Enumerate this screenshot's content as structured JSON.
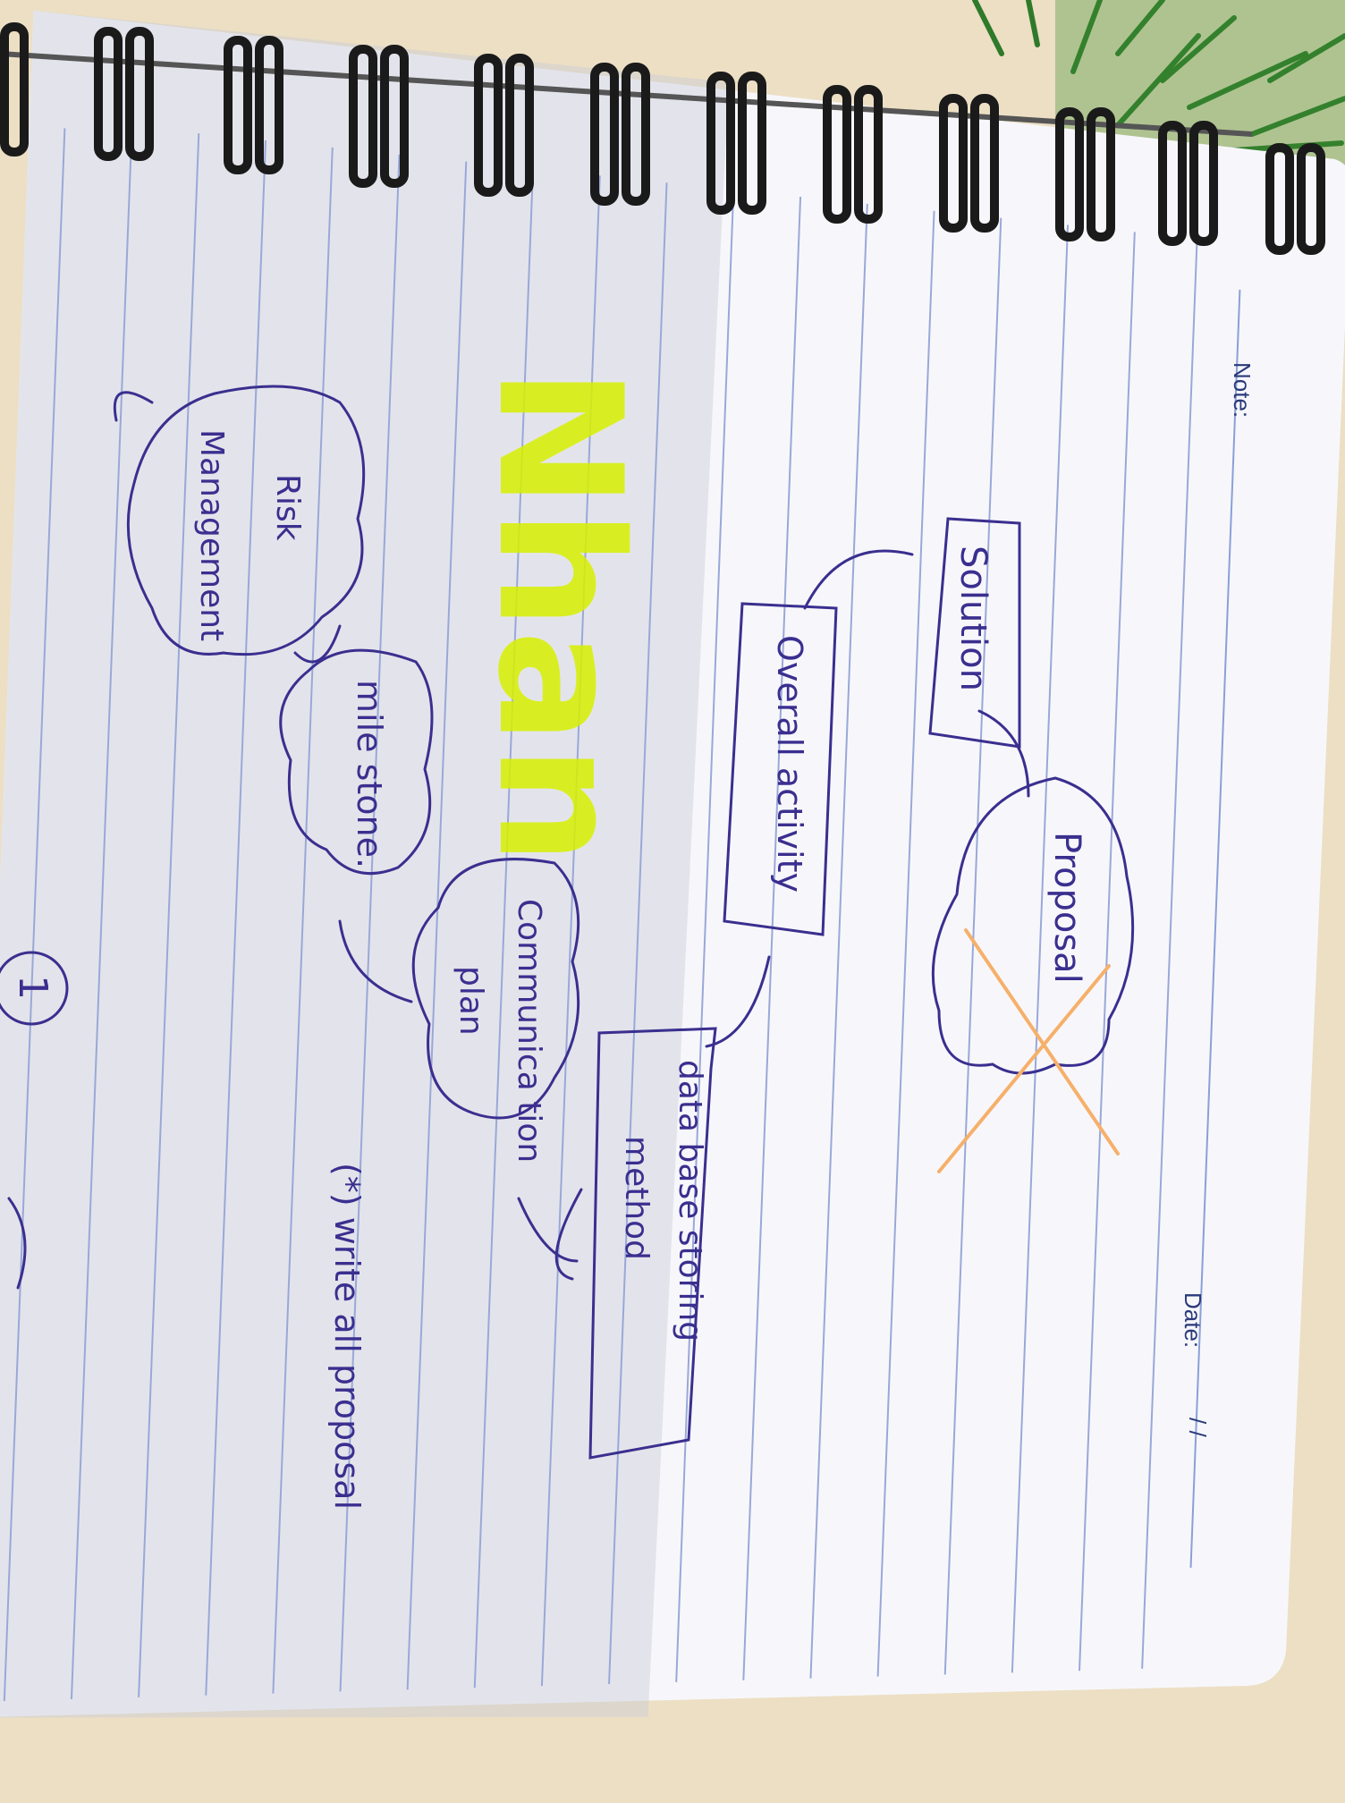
{
  "notebook": {
    "note_label": "Note:",
    "date_label": "Date:",
    "date_slashes": "/          /"
  },
  "mindmap": {
    "proposal": "Proposal",
    "solution": "Solution",
    "overall_activity": "Overall activity",
    "database_line1": "data base storing",
    "database_line2": "method",
    "communication_line1": "Communica tion",
    "communication_line2": "plan",
    "milestone": "mile stone.",
    "risk_line1": "Risk",
    "risk_line2": "Management",
    "note": "(*) write all proposal",
    "highlight_word": "Nhan",
    "page_number": "1"
  },
  "colors": {
    "ink": "#3a2f8f",
    "highlighter": "#d8f000",
    "orange_cross": "#f6b06a",
    "ruled_line": "#9aa8d8",
    "paper": "#f7f7fb",
    "desk": "#ecdfc4"
  }
}
